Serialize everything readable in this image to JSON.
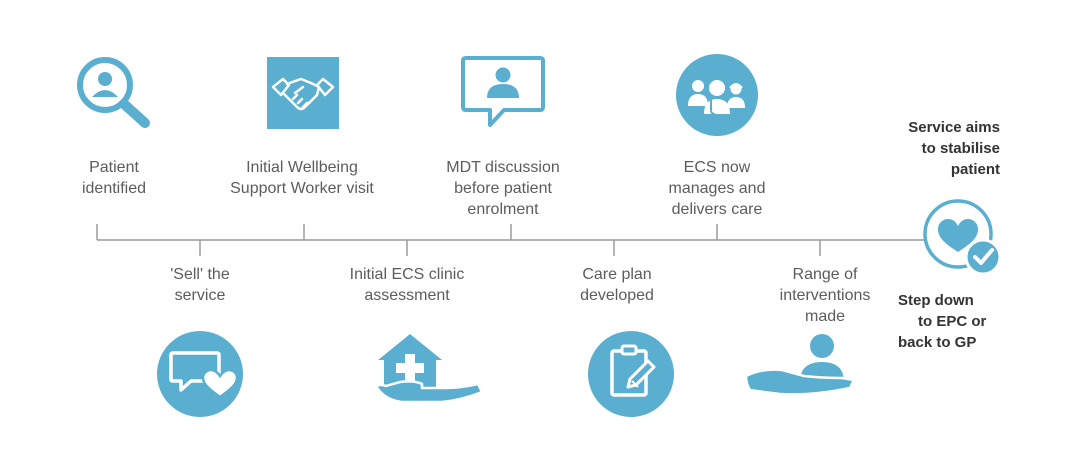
{
  "colors": {
    "accent": "#5aafd0",
    "line": "#9a9a9a",
    "text": "#5c5c5c",
    "bold_text": "#333333"
  },
  "top_steps": [
    {
      "label_lines": [
        "Patient",
        "identified"
      ],
      "icon": "search-user-icon"
    },
    {
      "label_lines": [
        "Initial Wellbeing",
        "Support Worker visit"
      ],
      "icon": "handshake-icon"
    },
    {
      "label_lines": [
        "MDT discussion",
        "before patient",
        "enrolment"
      ],
      "icon": "speech-bubble-user-icon"
    },
    {
      "label_lines": [
        "ECS now",
        "manages and",
        "delivers care"
      ],
      "icon": "care-team-icon"
    }
  ],
  "bottom_steps": [
    {
      "label_lines": [
        "'Sell' the",
        "service"
      ],
      "icon": "chat-heart-icon"
    },
    {
      "label_lines": [
        "Initial ECS clinic",
        "assessment"
      ],
      "icon": "home-care-hand-icon"
    },
    {
      "label_lines": [
        "Care plan",
        "developed"
      ],
      "icon": "clipboard-icon"
    },
    {
      "label_lines": [
        "Range of",
        "interventions",
        "made"
      ],
      "icon": "person-hand-icon"
    }
  ],
  "end": {
    "top_lines": [
      "Service aims",
      "to stabilise",
      "patient"
    ],
    "bottom_lines": [
      "Step down",
      "to EPC or",
      "back to GP"
    ],
    "icon": "heart-check-icon"
  }
}
